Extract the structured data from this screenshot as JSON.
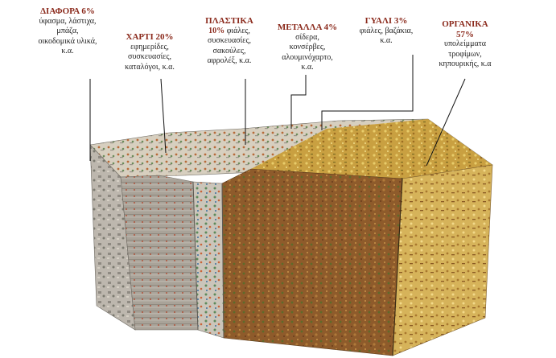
{
  "categories": [
    {
      "id": "misc",
      "heading": "ΔΙΑΦΟΡΑ 6%",
      "lines": [
        "ύφασμα, λάστιχα,",
        "μπάζα,",
        "οικοδομικά υλικά,",
        "κ.α."
      ]
    },
    {
      "id": "paper",
      "heading": "ΧΑΡΤΙ 20%",
      "lines": [
        "εφημερίδες,",
        "συσκευασίες,",
        "καταλόγοι, κ.α."
      ]
    },
    {
      "id": "plastic",
      "heading": "ΠΛΑΣΤΙΚΑ",
      "percent": "10%",
      "rest_first": " φιάλες,",
      "lines": [
        "συσκευασίες,",
        "σακούλες,",
        "αφρολέξ, κ.α."
      ]
    },
    {
      "id": "metals",
      "heading": "ΜΕΤΑΛΛΑ 4%",
      "lines": [
        "σίδερα,",
        "κονσέρβες,",
        "αλουμινόχαρτο,",
        "κ.α."
      ]
    },
    {
      "id": "glass",
      "heading": "ΓΥΑΛΙ 3%",
      "lines": [
        "φιάλες, βαζάκια,",
        "κ.α."
      ]
    },
    {
      "id": "organic",
      "heading": "ΟΡΓΑΝΙΚΑ",
      "heading2": "57%",
      "lines": [
        "υπολείμματα",
        "τροφίμων,",
        "κηπουρικής, κ.α"
      ]
    }
  ],
  "colors": {
    "heading": "#8b2a1c",
    "text": "#1e1e1e",
    "leader": "#111111",
    "organic_front": "#8a5a2a",
    "organic_top": "#c49a3a",
    "organic_side": "#d2ae55",
    "misc_face": "#b9b4ad",
    "paper_face": "#a8a29a",
    "plastic_face": "#c7c1b6"
  },
  "shares": {
    "misc": 0.06,
    "paper": 0.2,
    "plastic": 0.1,
    "metals": 0.04,
    "glass": 0.03,
    "organic": 0.57
  }
}
